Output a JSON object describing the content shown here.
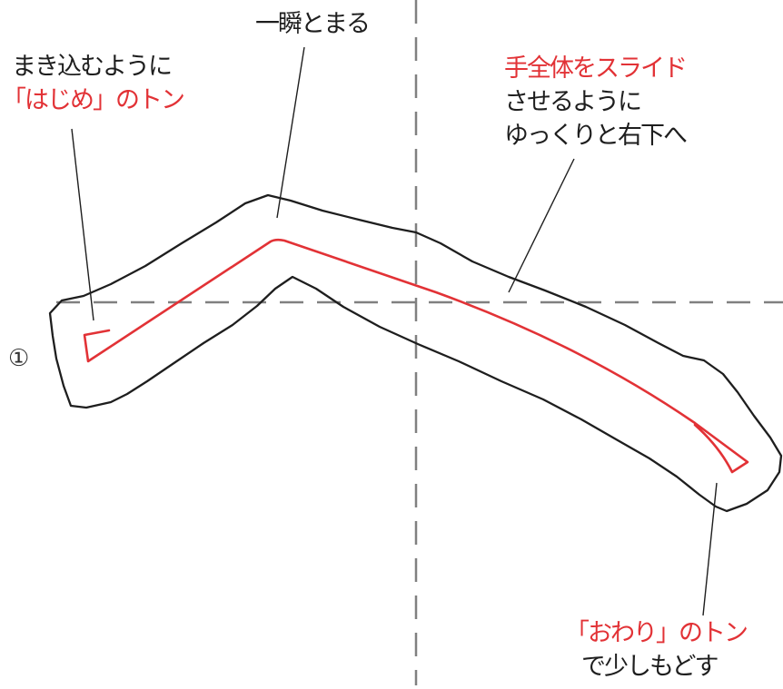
{
  "figure": {
    "step_marker": "①",
    "colors": {
      "stroke": "#1e1e1e",
      "accent": "#e23236",
      "guide": "#808080"
    }
  },
  "labels": {
    "top": {
      "line1": "一瞬とまる"
    },
    "start": {
      "line1": "まき込むように",
      "line2": "「はじめ」のトン"
    },
    "slide": {
      "line1": "手全体をスライド",
      "line2": "させるように",
      "line3": "ゆっくりと右下へ"
    },
    "end": {
      "line1": "「おわり」のトン",
      "line2": "で少しもどす"
    }
  }
}
